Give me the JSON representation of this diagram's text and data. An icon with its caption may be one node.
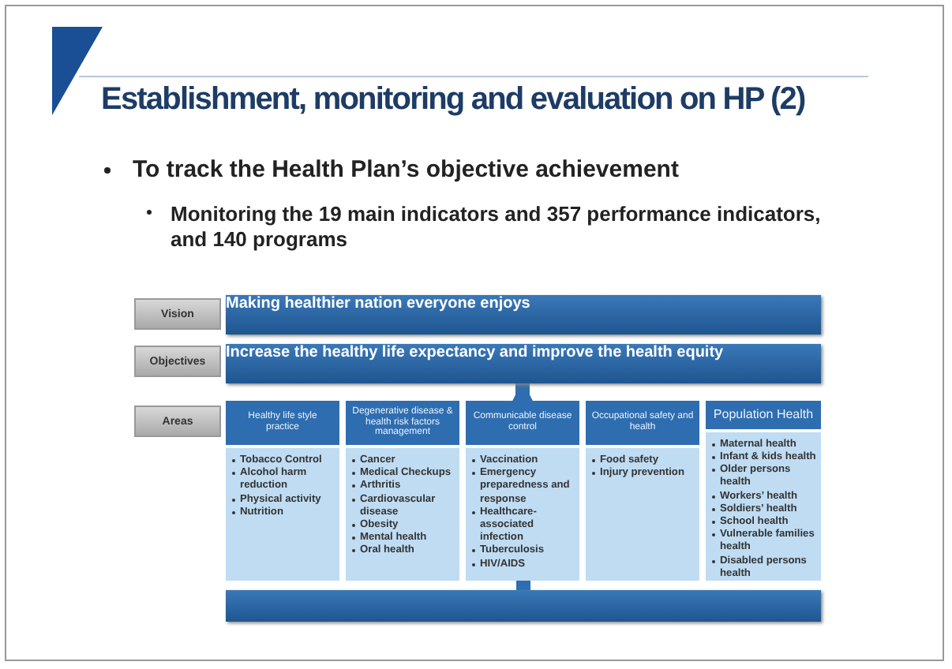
{
  "diagram": {
    "title": "Establishment, monitoring and evaluation on HP (2)",
    "labels": [
      "To track the Health Plan’s objective achievement",
      "Monitoring the 19 main indicators and 357 performance indicators, and 140 programs"
    ],
    "nodes": [
      {
        "text": [
          "Vision"
        ]
      },
      {
        "text": [
          "Making healthier nation everyone enjoys"
        ]
      },
      {
        "text": [
          "Objectives"
        ]
      },
      {
        "text": [
          "Increase the healthy life expectancy and improve the health equity"
        ]
      },
      {
        "text": [
          "Areas"
        ]
      },
      {
        "text": [
          "Healthy life style practice",
          "Tobacco Control",
          "Alcohol harm reduction",
          "Physical activity",
          "Nutrition"
        ]
      },
      {
        "text": [
          "Degenerative disease & health risk factors management",
          "Cancer",
          "Medical Checkups",
          "Arthritis",
          "Cardiovascular disease",
          "Obesity",
          "Mental health",
          "Oral health"
        ]
      },
      {
        "text": [
          "Communicable disease control",
          "Vaccination",
          "Emergency preparedness and response",
          "Healthcare-associated infection",
          "Tuberculosis",
          "HIV/AIDS"
        ]
      },
      {
        "text": [
          "Occupational safety and health",
          "Food safety",
          "Injury prevention"
        ]
      },
      {
        "text": [
          "Population Health",
          "Maternal health",
          "Infant & kids health",
          "Older persons health",
          "Workers’ health",
          "Soldiers’ health",
          "School health",
          "Vulnerable families health",
          "Disabled persons health"
        ]
      },
      {
        "text": [],
        "shape": "bar"
      }
    ],
    "edges": [
      {
        "from": 7,
        "to": 3,
        "arrow": "to"
      },
      {
        "from": 10,
        "to": 7,
        "arrow": "to"
      }
    ]
  }
}
